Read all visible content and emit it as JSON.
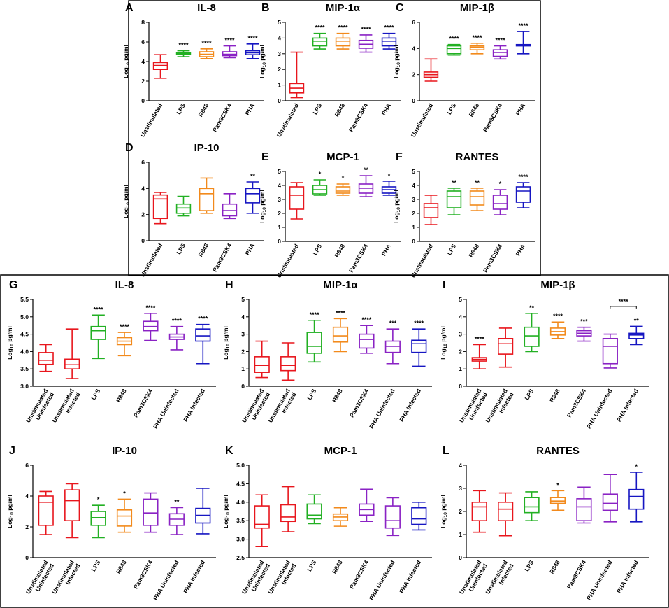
{
  "colors": {
    "Unstimulated": "#e8161d",
    "Unstimulated Uninfected": "#e8161d",
    "Unstimulated Infected": "#e8161d",
    "LPS": "#22b023",
    "R848": "#f28a1c",
    "Pam3CSK4": "#8a22c4",
    "PHA": "#1616c2",
    "PHA Uninfected": "#8a22c4",
    "PHA Infected": "#1616c2"
  },
  "chart_data": [
    {
      "id": "A",
      "title": "IL-8",
      "type": "box",
      "ylabel": "Log10 pg/ml",
      "ylim": [
        0,
        8
      ],
      "yticks": [
        0,
        2,
        4,
        6,
        8
      ],
      "categories": [
        "Unstimulated",
        "LPS",
        "R848",
        "Pam3CSK4",
        "PHA"
      ],
      "boxes": [
        [
          2.3,
          3.2,
          3.6,
          3.9,
          4.7
        ],
        [
          4.5,
          4.7,
          4.8,
          4.9,
          5.1
        ],
        [
          4.3,
          4.5,
          4.75,
          5.0,
          5.3
        ],
        [
          4.4,
          4.6,
          4.75,
          5.0,
          5.6
        ],
        [
          4.3,
          4.7,
          4.9,
          5.1,
          5.8
        ]
      ],
      "significance": [
        "",
        "****",
        "****",
        "****",
        "****"
      ]
    },
    {
      "id": "B",
      "title": "MIP-1α",
      "type": "box",
      "ylabel": "Log10 pg/ml",
      "ylim": [
        0,
        5
      ],
      "yticks": [
        0,
        1,
        2,
        3,
        4,
        5
      ],
      "categories": [
        "Unstimulated",
        "LPS",
        "R848",
        "Pam3CSK4",
        "PHA"
      ],
      "boxes": [
        [
          0.2,
          0.5,
          0.8,
          1.1,
          3.1
        ],
        [
          3.3,
          3.5,
          3.8,
          4.0,
          4.3
        ],
        [
          3.3,
          3.5,
          3.8,
          4.0,
          4.3
        ],
        [
          3.1,
          3.35,
          3.6,
          3.85,
          4.2
        ],
        [
          3.3,
          3.5,
          3.8,
          4.0,
          4.3
        ]
      ],
      "significance": [
        "",
        "****",
        "****",
        "****",
        "****"
      ]
    },
    {
      "id": "C",
      "title": "MIP-1β",
      "type": "box",
      "ylabel": "Log10 pg/ml",
      "ylim": [
        0,
        6
      ],
      "yticks": [
        0,
        2,
        4,
        6
      ],
      "categories": [
        "Unstimulated",
        "LPS",
        "R848",
        "Pam3CSK4",
        "PHA"
      ],
      "boxes": [
        [
          1.5,
          1.8,
          2.0,
          2.2,
          3.2
        ],
        [
          3.5,
          3.6,
          4.0,
          4.2,
          4.3
        ],
        [
          3.6,
          3.9,
          4.1,
          4.2,
          4.4
        ],
        [
          3.2,
          3.4,
          3.7,
          3.9,
          4.2
        ],
        [
          3.6,
          4.2,
          4.25,
          4.3,
          5.3
        ]
      ],
      "significance": [
        "",
        "****",
        "****",
        "****",
        "****"
      ]
    },
    {
      "id": "D",
      "title": "IP-10",
      "type": "box",
      "ylabel": "Log10 pg/ml",
      "ylim": [
        0,
        6
      ],
      "yticks": [
        0,
        2,
        4,
        6
      ],
      "categories": [
        "Unstimulated",
        "LPS",
        "R848",
        "Pam3CSK4",
        "PHA"
      ],
      "boxes": [
        [
          1.3,
          1.7,
          3.2,
          3.5,
          3.7
        ],
        [
          1.9,
          2.1,
          2.5,
          2.8,
          3.4
        ],
        [
          2.1,
          2.3,
          3.6,
          4.0,
          4.8
        ],
        [
          1.7,
          1.9,
          2.3,
          2.8,
          3.6
        ],
        [
          2.1,
          2.9,
          3.6,
          4.0,
          4.5
        ]
      ],
      "significance": [
        "",
        "",
        "",
        "",
        "**"
      ]
    },
    {
      "id": "E",
      "title": "MCP-1",
      "type": "box",
      "ylabel": "Log10 pg/ml",
      "ylim": [
        0,
        5
      ],
      "yticks": [
        0,
        1,
        2,
        3,
        4,
        5
      ],
      "categories": [
        "Unstimulated",
        "LPS",
        "R848",
        "Pam3CSK4",
        "PHA"
      ],
      "boxes": [
        [
          1.6,
          2.3,
          3.3,
          3.9,
          4.2
        ],
        [
          3.3,
          3.4,
          3.7,
          4.0,
          4.4
        ],
        [
          3.3,
          3.45,
          3.6,
          3.9,
          4.1
        ],
        [
          3.2,
          3.45,
          3.8,
          4.1,
          4.7
        ],
        [
          3.3,
          3.45,
          3.7,
          3.9,
          4.3
        ]
      ],
      "significance": [
        "",
        "*",
        "*",
        "**",
        "*"
      ]
    },
    {
      "id": "F",
      "title": "RANTES",
      "type": "box",
      "ylabel": "Log10 pg/ml",
      "ylim": [
        0,
        5
      ],
      "yticks": [
        0,
        1,
        2,
        3,
        4,
        5
      ],
      "categories": [
        "Unstimulated",
        "LPS",
        "R848",
        "Pam3CSK4",
        "PHA"
      ],
      "boxes": [
        [
          1.2,
          1.7,
          2.4,
          2.7,
          3.3
        ],
        [
          1.9,
          2.4,
          3.2,
          3.6,
          3.8
        ],
        [
          2.2,
          2.6,
          3.2,
          3.6,
          3.8
        ],
        [
          1.9,
          2.3,
          2.7,
          3.3,
          3.7
        ],
        [
          2.4,
          2.8,
          3.6,
          3.9,
          4.2
        ]
      ],
      "significance": [
        "",
        "**",
        "**",
        "*",
        "****"
      ]
    },
    {
      "id": "G",
      "title": "IL-8",
      "type": "box",
      "ylabel": "Log10 pg/ml",
      "ylim": [
        3.0,
        5.5
      ],
      "yticks": [
        3.0,
        3.5,
        4.0,
        4.5,
        5.0,
        5.5
      ],
      "categories": [
        "Unstimulated Uninfected",
        "Unstimulated Infected",
        "LPS",
        "R848",
        "Pam3CSK4",
        "PHA Uninfected",
        "PHA Infected"
      ],
      "boxes": [
        [
          3.43,
          3.63,
          3.75,
          3.97,
          4.2
        ],
        [
          3.22,
          3.5,
          3.62,
          3.78,
          4.65
        ],
        [
          3.8,
          4.35,
          4.6,
          4.72,
          5.05
        ],
        [
          3.88,
          4.2,
          4.3,
          4.4,
          4.55
        ],
        [
          4.32,
          4.6,
          4.72,
          4.87,
          5.1
        ],
        [
          4.05,
          4.35,
          4.42,
          4.5,
          4.72
        ],
        [
          3.65,
          4.3,
          4.45,
          4.65,
          4.78
        ]
      ],
      "significance": [
        "",
        "",
        "****",
        "****",
        "****",
        "****",
        "****"
      ]
    },
    {
      "id": "H",
      "title": "MIP-1α",
      "type": "box",
      "ylabel": "Log10 pg/ml",
      "ylim": [
        0,
        5
      ],
      "yticks": [
        0,
        1,
        2,
        3,
        4,
        5
      ],
      "categories": [
        "Unstimulated Uninfected",
        "Unstimulated Infected",
        "LPS",
        "R848",
        "Pam3CSK4",
        "PHA Uninfected",
        "PHA Infected"
      ],
      "boxes": [
        [
          0.5,
          0.8,
          1.2,
          1.7,
          2.6
        ],
        [
          0.35,
          0.9,
          1.2,
          1.7,
          2.5
        ],
        [
          1.4,
          1.9,
          2.3,
          3.1,
          3.8
        ],
        [
          2.0,
          2.55,
          2.9,
          3.4,
          3.9
        ],
        [
          1.9,
          2.2,
          2.7,
          3.0,
          3.5
        ],
        [
          1.3,
          1.95,
          2.3,
          2.6,
          3.3
        ],
        [
          1.15,
          1.95,
          2.45,
          2.65,
          3.3
        ]
      ],
      "significance": [
        "",
        "",
        "****",
        "****",
        "****",
        "***",
        "****"
      ]
    },
    {
      "id": "I",
      "title": "MIP-1β",
      "type": "box",
      "ylabel": "Log10 pg/ml",
      "ylim": [
        0,
        5
      ],
      "yticks": [
        0,
        1,
        2,
        3,
        4,
        5
      ],
      "categories": [
        "Unstimulated Uninfected",
        "Unstimulated Infected",
        "LPS",
        "R848",
        "Pam3CSK4",
        "PHA Uninfected",
        "PHA Infected"
      ],
      "boxes": [
        [
          1.0,
          1.45,
          1.55,
          1.65,
          2.4
        ],
        [
          1.1,
          1.85,
          2.45,
          2.75,
          3.35
        ],
        [
          2.0,
          2.3,
          2.9,
          3.4,
          4.2
        ],
        [
          2.75,
          2.95,
          3.15,
          3.35,
          3.7
        ],
        [
          2.6,
          2.9,
          3.05,
          3.2,
          3.4
        ],
        [
          1.05,
          1.3,
          2.3,
          2.75,
          3.0
        ],
        [
          2.4,
          2.75,
          2.95,
          3.05,
          3.45
        ]
      ],
      "significance": [
        "****",
        "",
        "**",
        "****",
        "***",
        "",
        "**"
      ],
      "bracket": {
        "from": 5,
        "to": 6,
        "label": "****",
        "y": 4.6
      }
    },
    {
      "id": "J",
      "title": "IP-10",
      "type": "box",
      "ylabel": "Log10 pg/ml",
      "ylim": [
        0,
        6
      ],
      "yticks": [
        0,
        2,
        4,
        6
      ],
      "categories": [
        "Unstimulated Uninfected",
        "Unstimulated Infected",
        "LPS",
        "R848",
        "Pam3CSK4",
        "PHA Uninfected",
        "PHA Infected"
      ],
      "boxes": [
        [
          1.5,
          2.1,
          3.6,
          4.0,
          4.3
        ],
        [
          1.3,
          2.4,
          3.7,
          4.4,
          4.8
        ],
        [
          1.3,
          2.1,
          2.6,
          3.0,
          3.4
        ],
        [
          1.65,
          2.05,
          2.7,
          3.1,
          3.8
        ],
        [
          1.65,
          2.1,
          2.9,
          3.8,
          4.2
        ],
        [
          1.5,
          2.1,
          2.5,
          2.85,
          3.25
        ],
        [
          1.55,
          2.25,
          2.75,
          3.2,
          4.5
        ]
      ],
      "significance": [
        "",
        "",
        "*",
        "*",
        "",
        "**",
        ""
      ]
    },
    {
      "id": "K",
      "title": "MCP-1",
      "type": "box",
      "ylabel": "Log10 pg/ml",
      "ylim": [
        2.5,
        5.0
      ],
      "yticks": [
        2.5,
        3.0,
        3.5,
        4.0,
        4.5,
        5.0
      ],
      "categories": [
        "Unstimulated Uninfected",
        "Unstimulated Infected",
        "LPS",
        "R848",
        "Pam3CSK4",
        "PHA Uninfected",
        "PHA Infected"
      ],
      "boxes": [
        [
          2.8,
          3.3,
          3.4,
          3.9,
          4.2
        ],
        [
          3.2,
          3.48,
          3.6,
          3.93,
          4.42
        ],
        [
          3.42,
          3.55,
          3.65,
          3.95,
          4.2
        ],
        [
          3.35,
          3.5,
          3.6,
          3.68,
          3.85
        ],
        [
          3.48,
          3.65,
          3.8,
          3.95,
          4.35
        ],
        [
          3.1,
          3.3,
          3.5,
          3.9,
          4.12
        ],
        [
          3.25,
          3.4,
          3.55,
          3.85,
          4.0
        ]
      ],
      "significance": [
        "",
        "",
        "",
        "",
        "",
        "",
        ""
      ]
    },
    {
      "id": "L",
      "title": "RANTES",
      "type": "box",
      "ylabel": "Log10 pg/ml",
      "ylim": [
        0,
        4
      ],
      "yticks": [
        0,
        1,
        2,
        3,
        4
      ],
      "categories": [
        "Unstimulated Uninfected",
        "Unstimulated Infected",
        "LPS",
        "R848",
        "Pam3CSK4",
        "PHA Uninfected",
        "PHA Infected"
      ],
      "boxes": [
        [
          1.1,
          1.6,
          2.2,
          2.4,
          2.9
        ],
        [
          0.95,
          1.6,
          2.1,
          2.4,
          2.8
        ],
        [
          1.6,
          1.95,
          2.2,
          2.6,
          2.85
        ],
        [
          2.05,
          2.35,
          2.45,
          2.6,
          2.9
        ],
        [
          1.5,
          1.6,
          2.2,
          2.55,
          3.05
        ],
        [
          1.55,
          2.05,
          2.35,
          2.75,
          3.6
        ],
        [
          1.55,
          2.1,
          2.65,
          2.95,
          3.7
        ]
      ],
      "significance": [
        "",
        "",
        "",
        "*",
        "",
        "",
        "*"
      ]
    }
  ]
}
